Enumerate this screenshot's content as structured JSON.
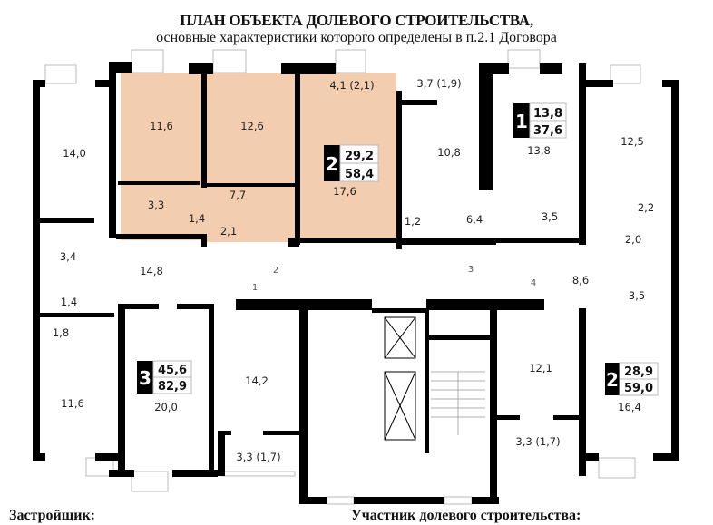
{
  "header": {
    "title": "ПЛАН ОБЪЕКТА ДОЛЕВОГО СТРОИТЕЛЬСТВА,",
    "subtitle": "основные характеристики которого определены в п.2.1 Договора"
  },
  "colors": {
    "highlight": "#f2cdb0",
    "wall": "#000000"
  },
  "rooms": {
    "r14_0": "14,0",
    "r11_6a": "11,6",
    "r12_6": "12,6",
    "r4_1": "4,1 (2,1)",
    "r3_7": "3,7 (1,9)",
    "r3_3": "3,3",
    "r7_7": "7,7",
    "r1_4a": "1,4",
    "r2_1": "2,1",
    "r17_6": "17,6",
    "r10_8": "10,8",
    "r13_8": "13,8",
    "r12_5": "12,5",
    "r1_2": "1,2",
    "r6_4": "6,4",
    "r3_5a": "3,5",
    "r2_2": "2,2",
    "r2_0": "2,0",
    "r3_5b": "3,5",
    "r8_6": "8,6",
    "r3_4": "3,4",
    "r14_8": "14,8",
    "r1_4b": "1,4",
    "r1_8": "1,8",
    "r11_6b": "11,6",
    "r20_0": "20,0",
    "r14_2": "14,2",
    "r3_3b": "3,3 (1,7)",
    "r12_1": "12,1",
    "r3_3c": "3,3 (1,7)",
    "r16_4": "16,4"
  },
  "doors": [
    "1",
    "2",
    "3",
    "4"
  ],
  "apartments": [
    {
      "rooms": "2",
      "living": "29,2",
      "total": "58,4"
    },
    {
      "rooms": "1",
      "living": "13,8",
      "total": "37,6"
    },
    {
      "rooms": "3",
      "living": "45,6",
      "total": "82,9"
    },
    {
      "rooms": "2",
      "living": "28,9",
      "total": "59,0"
    }
  ],
  "footer": {
    "developer": "Застройщик:",
    "participant": "Участник долевого строительства:"
  }
}
